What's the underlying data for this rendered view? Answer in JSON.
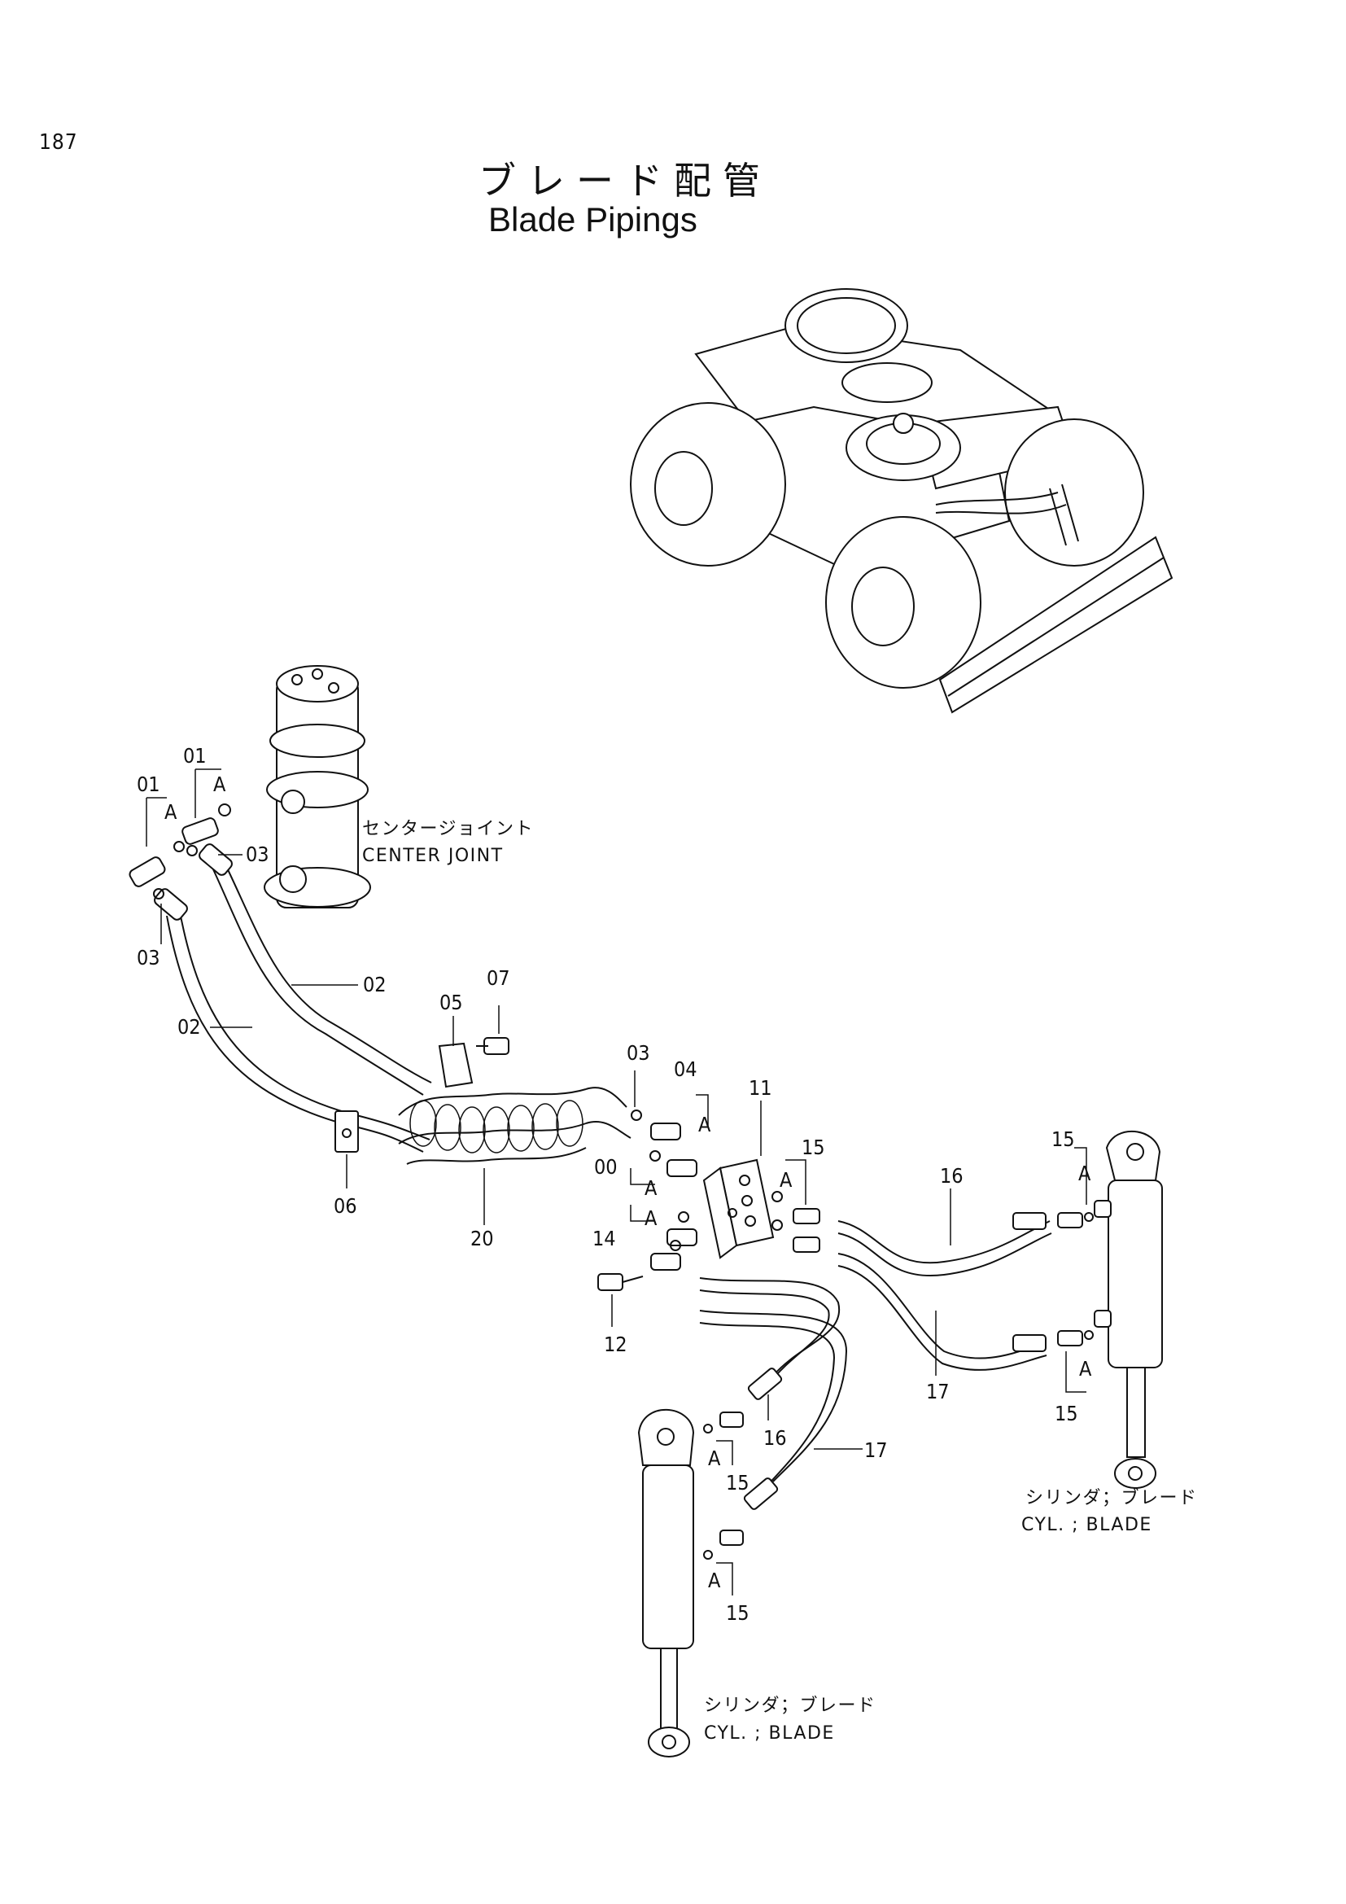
{
  "page": {
    "number": "187"
  },
  "title": {
    "japanese": "ブレード配管",
    "english": "Blade Pipings"
  },
  "callouts": {
    "center_joint": {
      "jp": "センタージョイント",
      "en": "CENTER JOINT"
    },
    "cylinder_blade_right": {
      "jp": "シリンダ；ブレード",
      "en": "CYL. ; BLADE"
    },
    "cylinder_blade_left": {
      "jp": "シリンダ；ブレード",
      "en": "CYL. ; BLADE"
    }
  },
  "part_labels": {
    "p01a": "01",
    "p01b": "01",
    "p03a": "03",
    "p03b": "03",
    "p02a": "02",
    "p02b": "02",
    "p05": "05",
    "p07": "07",
    "p06": "06",
    "p20": "20",
    "p03c": "03",
    "p04": "04",
    "p11": "11",
    "p00": "00",
    "p14": "14",
    "p12": "12",
    "p15a": "15",
    "p16a": "16",
    "p15b": "15",
    "p17a": "17",
    "p15c": "15",
    "p16b": "16",
    "p17b": "17",
    "p15d": "15",
    "p15e": "15"
  },
  "detail_marker": "A"
}
